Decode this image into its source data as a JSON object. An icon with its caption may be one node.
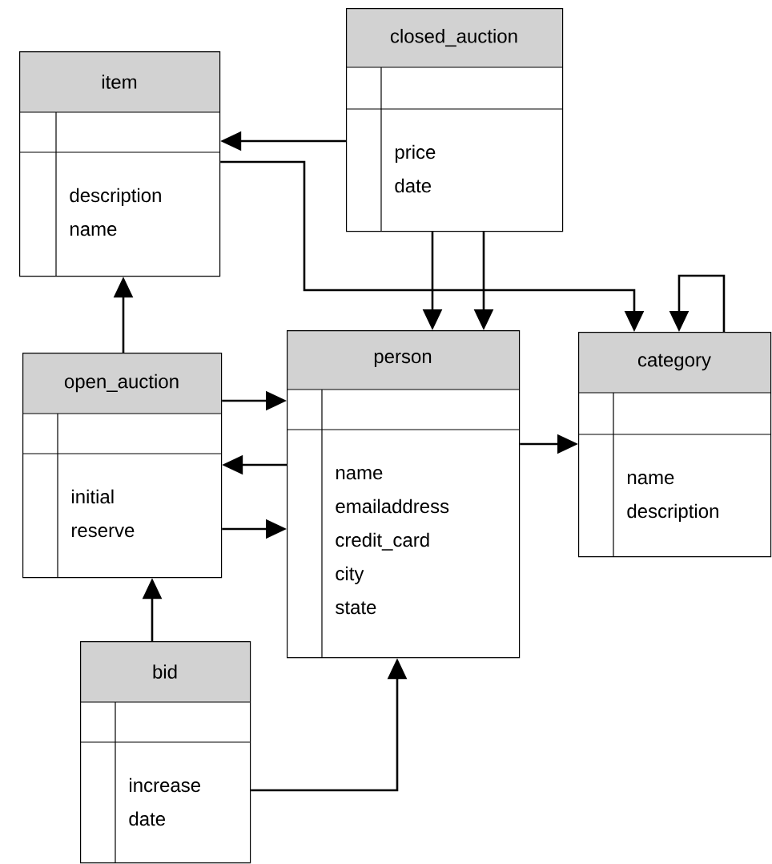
{
  "diagram": {
    "nodes": [
      {
        "text": [
          "item",
          "description",
          "name"
        ]
      },
      {
        "text": [
          "closed_auction",
          "price",
          "date"
        ]
      },
      {
        "text": [
          "open_auction",
          "initial",
          "reserve"
        ]
      },
      {
        "text": [
          "person",
          "name",
          "emailaddress",
          "credit_card",
          "city",
          "state"
        ]
      },
      {
        "text": [
          "category",
          "name",
          "description"
        ]
      },
      {
        "text": [
          "bid",
          "increase",
          "date"
        ]
      }
    ],
    "edges": [
      {
        "from": 1,
        "to": 0,
        "arrow": "to"
      },
      {
        "from": 0,
        "to": 4,
        "arrow": "to"
      },
      {
        "from": 1,
        "to": 3,
        "arrow": "to"
      },
      {
        "from": 1,
        "to": 3,
        "arrow": "to"
      },
      {
        "from": 4,
        "to": 4,
        "arrow": "to"
      },
      {
        "from": 2,
        "to": 0,
        "arrow": "to"
      },
      {
        "from": 2,
        "to": 3,
        "arrow": "to"
      },
      {
        "from": 3,
        "to": 2,
        "arrow": "to"
      },
      {
        "from": 2,
        "to": 3,
        "arrow": "to"
      },
      {
        "from": 3,
        "to": 4,
        "arrow": "to"
      },
      {
        "from": 5,
        "to": 2,
        "arrow": "to"
      },
      {
        "from": 5,
        "to": 3,
        "arrow": "to"
      }
    ]
  }
}
